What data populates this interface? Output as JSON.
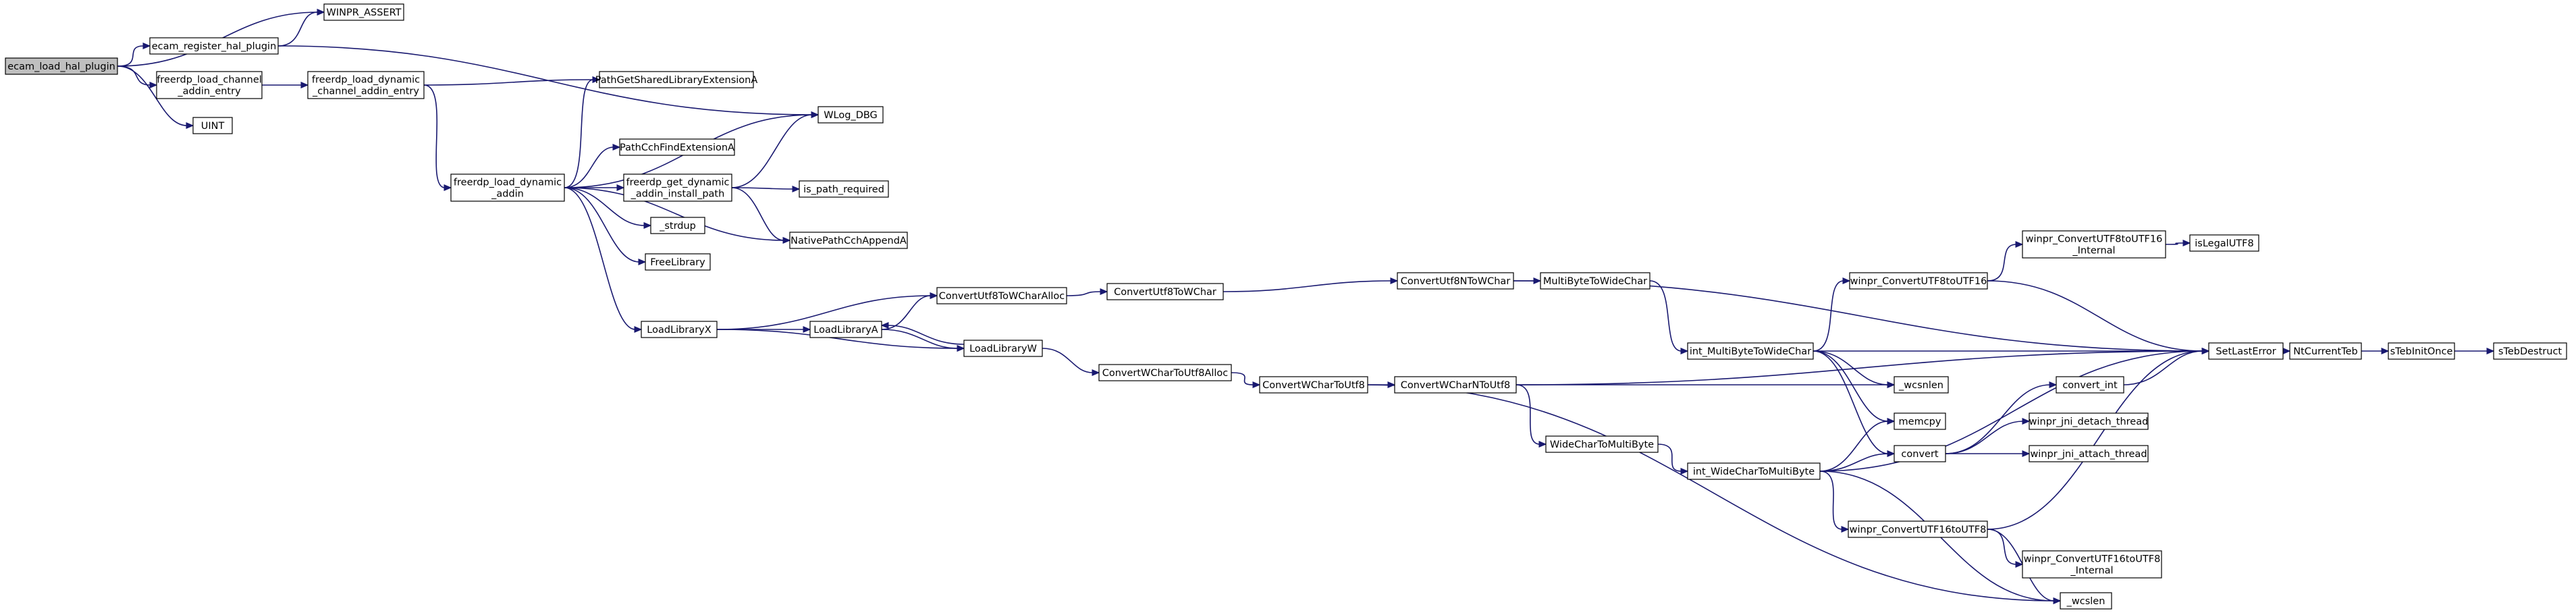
{
  "nodes": [
    {
      "id": "n0",
      "lines": [
        "ecam_load_hal_plugin"
      ],
      "root": true
    },
    {
      "id": "n1",
      "lines": [
        "WINPR_ASSERT"
      ]
    },
    {
      "id": "n2",
      "lines": [
        "ecam_register_hal_plugin"
      ]
    },
    {
      "id": "n3",
      "lines": [
        "freerdp_load_channel",
        "_addin_entry"
      ]
    },
    {
      "id": "n4",
      "lines": [
        "UINT"
      ]
    },
    {
      "id": "n5",
      "lines": [
        "freerdp_load_dynamic",
        "_channel_addin_entry"
      ]
    },
    {
      "id": "n6",
      "lines": [
        "PathGetSharedLibraryExtensionA"
      ]
    },
    {
      "id": "n7",
      "lines": [
        "WLog_DBG"
      ]
    },
    {
      "id": "n8",
      "lines": [
        "freerdp_load_dynamic",
        "_addin"
      ]
    },
    {
      "id": "n9",
      "lines": [
        "PathCchFindExtensionA"
      ]
    },
    {
      "id": "n10",
      "lines": [
        "freerdp_get_dynamic",
        "_addin_install_path"
      ]
    },
    {
      "id": "n11",
      "lines": [
        "is_path_required"
      ]
    },
    {
      "id": "n12",
      "lines": [
        "NativePathCchAppendA"
      ]
    },
    {
      "id": "n13",
      "lines": [
        "_strdup"
      ]
    },
    {
      "id": "n14",
      "lines": [
        "FreeLibrary"
      ]
    },
    {
      "id": "n15",
      "lines": [
        "LoadLibraryX"
      ]
    },
    {
      "id": "n16",
      "lines": [
        "LoadLibraryA"
      ]
    },
    {
      "id": "n17",
      "lines": [
        "LoadLibraryW"
      ]
    },
    {
      "id": "n18",
      "lines": [
        "ConvertUtf8ToWCharAlloc"
      ]
    },
    {
      "id": "n19",
      "lines": [
        "ConvertUtf8ToWChar"
      ]
    },
    {
      "id": "n20",
      "lines": [
        "ConvertUtf8NToWChar"
      ]
    },
    {
      "id": "n21",
      "lines": [
        "MultiByteToWideChar"
      ]
    },
    {
      "id": "n22",
      "lines": [
        "ConvertWCharToUtf8Alloc"
      ]
    },
    {
      "id": "n23",
      "lines": [
        "ConvertWCharToUtf8"
      ]
    },
    {
      "id": "n24",
      "lines": [
        "ConvertWCharNToUtf8"
      ]
    },
    {
      "id": "n25",
      "lines": [
        "WideCharToMultiByte"
      ]
    },
    {
      "id": "n26",
      "lines": [
        "int_MultiByteToWideChar"
      ]
    },
    {
      "id": "n27",
      "lines": [
        "int_WideCharToMultiByte"
      ]
    },
    {
      "id": "n28",
      "lines": [
        "winpr_ConvertUTF8toUTF16"
      ]
    },
    {
      "id": "n29",
      "lines": [
        "winpr_ConvertUTF8toUTF16",
        "_Internal"
      ]
    },
    {
      "id": "n30",
      "lines": [
        "isLegalUTF8"
      ]
    },
    {
      "id": "n31",
      "lines": [
        "SetLastError"
      ]
    },
    {
      "id": "n32",
      "lines": [
        "NtCurrentTeb"
      ]
    },
    {
      "id": "n33",
      "lines": [
        "sTebInitOnce"
      ]
    },
    {
      "id": "n34",
      "lines": [
        "sTebDestruct"
      ]
    },
    {
      "id": "n35",
      "lines": [
        "_wcsnlen"
      ]
    },
    {
      "id": "n36",
      "lines": [
        "memcpy"
      ]
    },
    {
      "id": "n37",
      "lines": [
        "convert"
      ]
    },
    {
      "id": "n38",
      "lines": [
        "convert_int"
      ]
    },
    {
      "id": "n39",
      "lines": [
        "winpr_jni_detach_thread"
      ]
    },
    {
      "id": "n40",
      "lines": [
        "winpr_jni_attach_thread"
      ]
    },
    {
      "id": "n41",
      "lines": [
        "winpr_ConvertUTF16toUTF8"
      ]
    },
    {
      "id": "n42",
      "lines": [
        "winpr_ConvertUTF16toUTF8",
        "_Internal"
      ]
    },
    {
      "id": "n43",
      "lines": [
        "_wcslen"
      ]
    }
  ],
  "edges": [
    [
      "n0",
      "n1"
    ],
    [
      "n0",
      "n2"
    ],
    [
      "n0",
      "n3"
    ],
    [
      "n0",
      "n4"
    ],
    [
      "n2",
      "n1"
    ],
    [
      "n2",
      "n7"
    ],
    [
      "n3",
      "n5"
    ],
    [
      "n5",
      "n6"
    ],
    [
      "n5",
      "n8"
    ],
    [
      "n8",
      "n6"
    ],
    [
      "n8",
      "n7"
    ],
    [
      "n8",
      "n9"
    ],
    [
      "n8",
      "n10"
    ],
    [
      "n8",
      "n12"
    ],
    [
      "n8",
      "n13"
    ],
    [
      "n8",
      "n14"
    ],
    [
      "n8",
      "n15"
    ],
    [
      "n10",
      "n7"
    ],
    [
      "n10",
      "n11"
    ],
    [
      "n10",
      "n12"
    ],
    [
      "n15",
      "n16"
    ],
    [
      "n15",
      "n17"
    ],
    [
      "n15",
      "n18"
    ],
    [
      "n16",
      "n18"
    ],
    [
      "n16",
      "n17"
    ],
    [
      "n17",
      "n16"
    ],
    [
      "n17",
      "n22"
    ],
    [
      "n18",
      "n19"
    ],
    [
      "n19",
      "n20"
    ],
    [
      "n20",
      "n21"
    ],
    [
      "n20",
      "n31"
    ],
    [
      "n21",
      "n26"
    ],
    [
      "n22",
      "n23"
    ],
    [
      "n23",
      "n24"
    ],
    [
      "n23",
      "n43"
    ],
    [
      "n24",
      "n25"
    ],
    [
      "n24",
      "n31"
    ],
    [
      "n24",
      "n35"
    ],
    [
      "n25",
      "n27"
    ],
    [
      "n26",
      "n28"
    ],
    [
      "n26",
      "n31"
    ],
    [
      "n26",
      "n35"
    ],
    [
      "n26",
      "n36"
    ],
    [
      "n26",
      "n37"
    ],
    [
      "n28",
      "n29"
    ],
    [
      "n28",
      "n31"
    ],
    [
      "n29",
      "n30"
    ],
    [
      "n27",
      "n36"
    ],
    [
      "n27",
      "n37"
    ],
    [
      "n27",
      "n41"
    ],
    [
      "n27",
      "n31"
    ],
    [
      "n27",
      "n43"
    ],
    [
      "n37",
      "n38"
    ],
    [
      "n37",
      "n39"
    ],
    [
      "n37",
      "n40"
    ],
    [
      "n38",
      "n31"
    ],
    [
      "n41",
      "n42"
    ],
    [
      "n41",
      "n31"
    ],
    [
      "n41",
      "n43"
    ],
    [
      "n31",
      "n32"
    ],
    [
      "n32",
      "n33"
    ],
    [
      "n33",
      "n34"
    ]
  ]
}
